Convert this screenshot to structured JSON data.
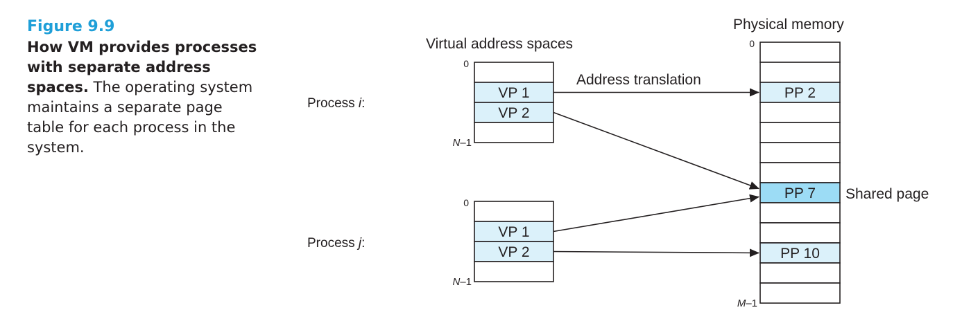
{
  "caption": {
    "figure_label": "Figure 9.9",
    "title": "How VM provides processes with separate address spaces.",
    "body": " The operating system maintains a separate page table for each process in the system."
  },
  "diagram": {
    "virtual_header": "Virtual address spaces",
    "physical_header": "Physical memory",
    "translation_label": "Address translation",
    "shared_label": "Shared page",
    "colors": {
      "page": "#dbf1fa",
      "shared": "#9cdcf5",
      "stroke": "#231f20",
      "accent": "#1f9fd8"
    },
    "processes": [
      {
        "name": "Process ",
        "var": "i",
        "suffix": ":",
        "top_label": "0",
        "bottom_var": "N",
        "bottom_suffix": "–1",
        "rows": [
          "",
          "VP 1",
          "VP 2",
          ""
        ]
      },
      {
        "name": "Process ",
        "var": "j",
        "suffix": ":",
        "top_label": "0",
        "bottom_var": "N",
        "bottom_suffix": "–1",
        "rows": [
          "",
          "VP 1",
          "VP 2",
          ""
        ]
      }
    ],
    "physical": {
      "top_label": "0",
      "bottom_var": "M",
      "bottom_suffix": "–1",
      "rows": [
        "",
        "",
        "PP 2",
        "",
        "",
        "",
        "",
        "PP 7",
        "",
        "",
        "PP 10",
        "",
        ""
      ],
      "shared_index": 7
    },
    "mappings": [
      {
        "from_process": 0,
        "from_row": 1,
        "to_row": 2
      },
      {
        "from_process": 0,
        "from_row": 2,
        "to_row": 7
      },
      {
        "from_process": 1,
        "from_row": 1,
        "to_row": 7
      },
      {
        "from_process": 1,
        "from_row": 2,
        "to_row": 10
      }
    ]
  }
}
